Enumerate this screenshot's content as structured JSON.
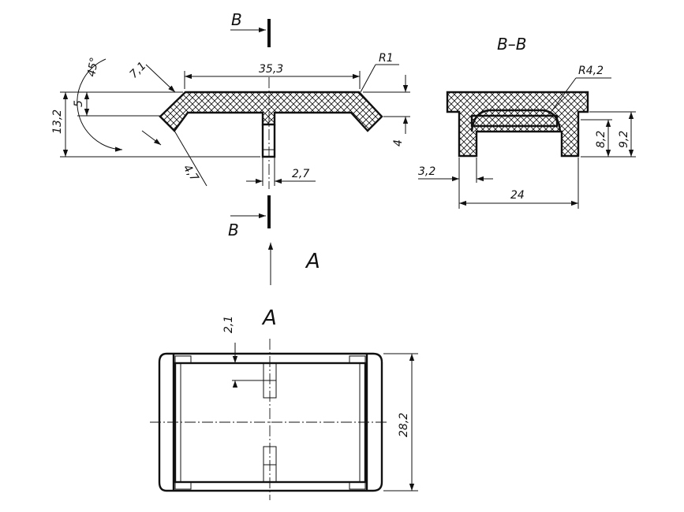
{
  "section_marker": {
    "letter": "B"
  },
  "section_title": "B–B",
  "view_arrow": {
    "letter": "A"
  },
  "view_title": "A",
  "front_view": {
    "dims": {
      "length": "35,3",
      "radius": "R1",
      "chamfer_len": "7,1",
      "angle": "45°",
      "depth": "5",
      "height": "13,2",
      "lip": "4",
      "chamfer_leg": "4,7",
      "pin_width": "2,7"
    }
  },
  "section_view": {
    "dims": {
      "radius": "R4,2",
      "inner_h": "8,2",
      "outer_h": "9,2",
      "wall": "3,2",
      "width": "24"
    }
  },
  "plan_view": {
    "dims": {
      "pin_gap": "2,1",
      "height": "28,2"
    }
  }
}
